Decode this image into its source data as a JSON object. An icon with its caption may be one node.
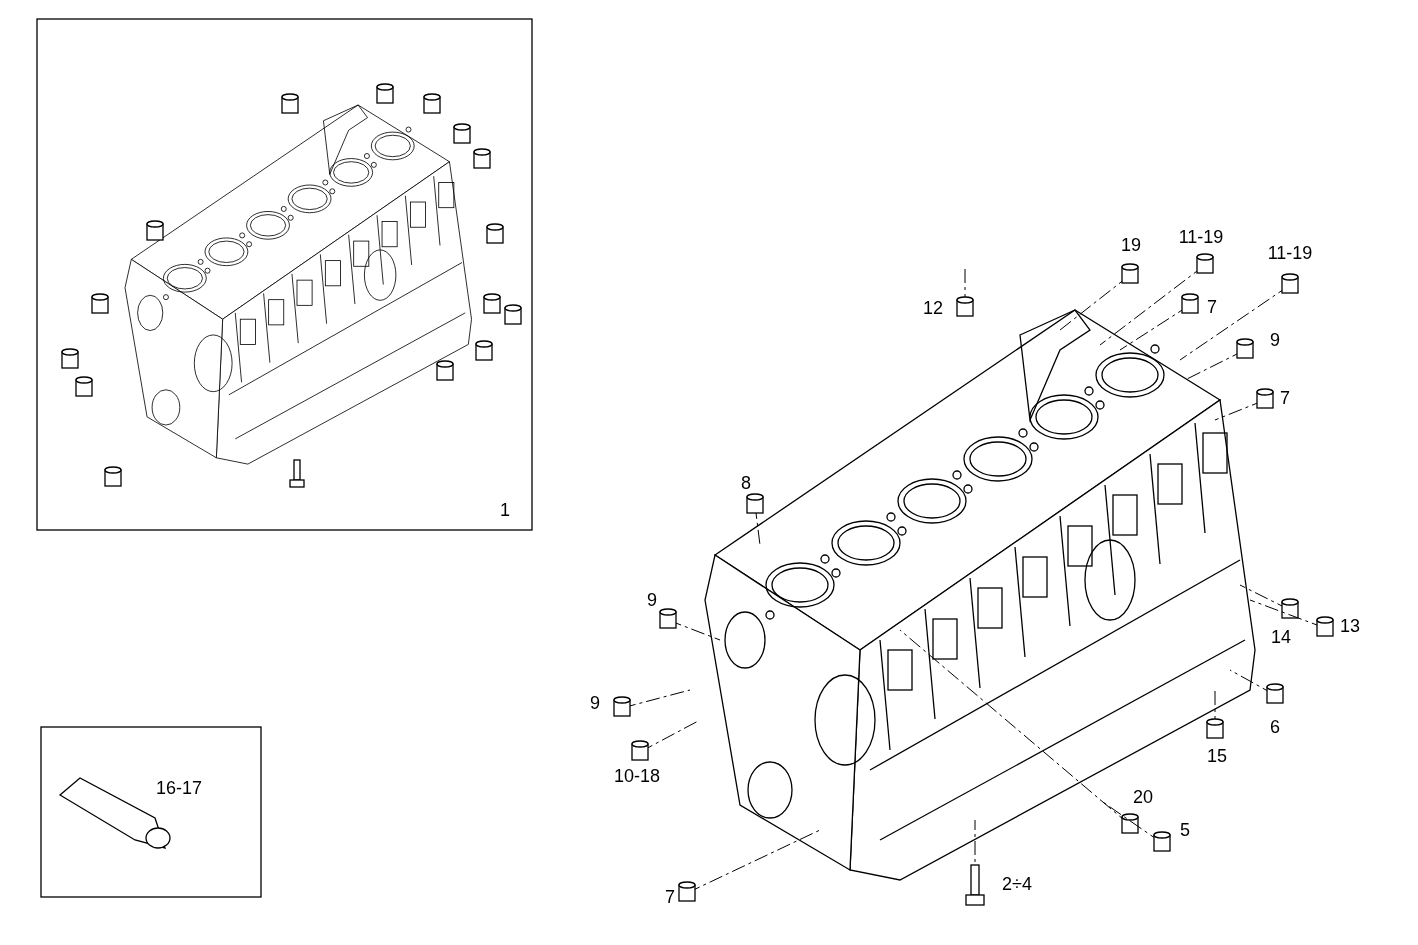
{
  "diagram": {
    "labels": [
      "19",
      "11-19",
      "11-19",
      "12",
      "7",
      "9",
      "7",
      "8",
      "1",
      "9",
      "14",
      "13",
      "9",
      "6",
      "15",
      "10-18",
      "16-17",
      "20",
      "5",
      "2÷4",
      "7"
    ]
  }
}
